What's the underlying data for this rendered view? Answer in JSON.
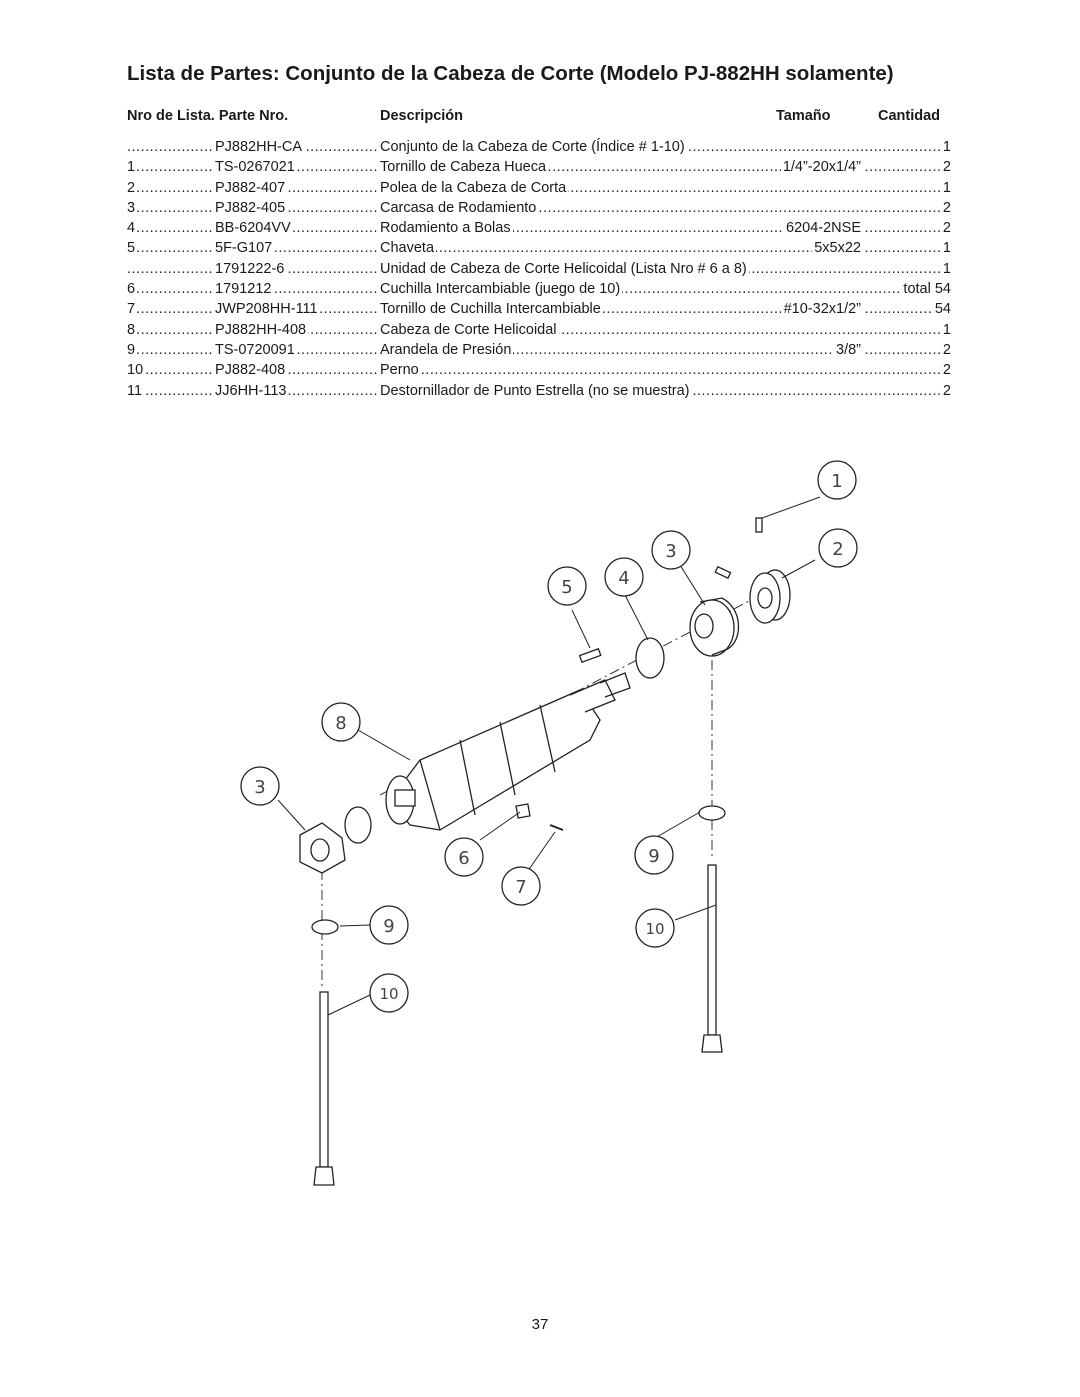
{
  "title": "Lista de Partes: Conjunto de la Cabeza de Corte (Modelo PJ-882HH solamente)",
  "headers": {
    "list_part": "Nro de Lista. Parte Nro.",
    "description": "Descripción",
    "size": "Tamaño",
    "quantity": "Cantidad"
  },
  "rows": [
    {
      "no": "",
      "part": "PJ882HH-CA",
      "desc": "Conjunto de la Cabeza de Corte (Índice # 1-10)",
      "size": "",
      "qty": "1"
    },
    {
      "no": "1",
      "part": "TS-0267021",
      "desc": "Tornillo de Cabeza Hueca",
      "size": "1/4”-20x1/4”",
      "qty": "2"
    },
    {
      "no": "2",
      "part": "PJ882-407",
      "desc": "Polea de la Cabeza de Corta",
      "size": "",
      "qty": "1"
    },
    {
      "no": "3",
      "part": "PJ882-405",
      "desc": "Carcasa de Rodamiento",
      "size": "",
      "qty": "2"
    },
    {
      "no": "4",
      "part": "BB-6204VV",
      "desc": "Rodamiento a Bolas",
      "size": "6204-2NSE",
      "qty": "2"
    },
    {
      "no": "5",
      "part": "5F-G107",
      "desc": "Chaveta",
      "size": "5x5x22",
      "qty": "1"
    },
    {
      "no": "",
      "part": "1791222-6",
      "desc": "Unidad de Cabeza de Corte Helicoidal (Lista Nro # 6 a 8)",
      "size": "",
      "qty": "1"
    },
    {
      "no": "6",
      "part": "1791212",
      "desc": "Cuchilla Intercambiable (juego de 10)",
      "size": "",
      "qty": "total 54"
    },
    {
      "no": "7",
      "part": "JWP208HH-111",
      "desc": "Tornillo de Cuchilla Intercambiable",
      "size": "#10-32x1/2”",
      "qty": "54"
    },
    {
      "no": "8",
      "part": "PJ882HH-408",
      "desc": "Cabeza de Corte Helicoidal",
      "size": "",
      "qty": "1"
    },
    {
      "no": "9",
      "part": "TS-0720091",
      "desc": "Arandela de Presión",
      "size": "3/8”",
      "qty": "2"
    },
    {
      "no": "10",
      "part": "PJ882-408",
      "desc": "Perno",
      "size": "",
      "qty": "2"
    },
    {
      "no": "11",
      "part": "JJ6HH-113",
      "desc": "Destornillador de Punto Estrella (no se muestra)",
      "size": "",
      "qty": "2"
    }
  ],
  "callouts": {
    "c1": "1",
    "c2": "2",
    "c3a": "3",
    "c4": "4",
    "c5": "5",
    "c8": "8",
    "c3b": "3",
    "c6": "6",
    "c7": "7",
    "c9a": "9",
    "c9b": "9",
    "c10a": "10",
    "c10b": "10"
  },
  "page_number": "37"
}
